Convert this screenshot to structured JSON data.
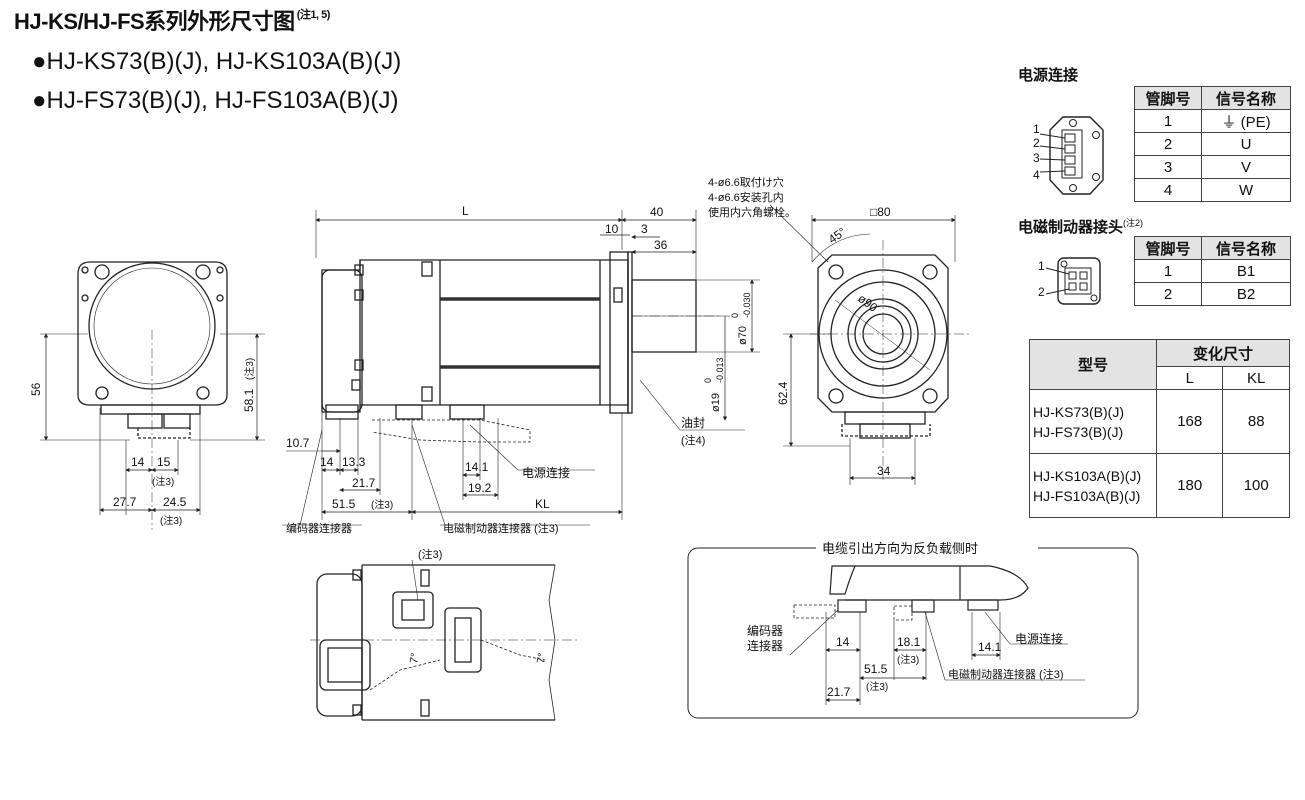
{
  "title": {
    "text": "HJ-KS/HJ-FS系列外形尺寸图",
    "note": "(注1, 5)"
  },
  "models": [
    "●HJ-KS73(B)(J), HJ-KS103A(B)(J)",
    "●HJ-FS73(B)(J), HJ-FS103A(B)(J)"
  ],
  "power_connection": {
    "title": "电源连接",
    "headers": [
      "管脚号",
      "信号名称"
    ],
    "rows": [
      [
        "1",
        "⏚ (PE)"
      ],
      [
        "2",
        "U"
      ],
      [
        "3",
        "V"
      ],
      [
        "4",
        "W"
      ]
    ],
    "pin_labels": [
      "1",
      "2",
      "3",
      "4"
    ]
  },
  "brake_connector": {
    "title": "电磁制动器接头",
    "note": "(注2)",
    "headers": [
      "管脚号",
      "信号名称"
    ],
    "rows": [
      [
        "1",
        "B1"
      ],
      [
        "2",
        "B2"
      ]
    ],
    "pin_labels": [
      "1",
      "2"
    ]
  },
  "variable_dims": {
    "model_header": "型号",
    "group_header": "变化尺寸",
    "col_L": "L",
    "col_KL": "KL",
    "rows": [
      {
        "model": "HJ-KS73(B)(J)\nHJ-FS73(B)(J)",
        "L": "168",
        "KL": "88"
      },
      {
        "model": "HJ-KS103A(B)(J)\nHJ-FS103A(B)(J)",
        "L": "180",
        "KL": "100"
      }
    ]
  },
  "front_view": {
    "dims": [
      "56",
      "58.1",
      "(注3)",
      "14",
      "15",
      "(注3)",
      "27.7",
      "24.5",
      "(注3)"
    ]
  },
  "side_view": {
    "dims": [
      "L",
      "10",
      "3",
      "40",
      "36",
      "10.7",
      "14",
      "13.3",
      "21.7",
      "51.5",
      "(注3)",
      "14.1",
      "19.2",
      "KL"
    ],
    "shaft_dims": [
      "ø70",
      "0",
      "-0.030",
      "ø19",
      "0",
      "-0.013"
    ],
    "labels": [
      "油封",
      "(注4)",
      "电源连接",
      "编码器连接器",
      "电磁制动器连接器 (注3)"
    ],
    "hole_note": [
      "4-ø6.6取付け穴",
      "4-ø6.6安装孔内",
      "使用内六角螺栓。"
    ]
  },
  "flange_view": {
    "dims": [
      "□80",
      "45°",
      "ø90",
      "62.4",
      "34"
    ]
  },
  "top_view": {
    "note": "(注3)",
    "angles": [
      "7°",
      "7°"
    ]
  },
  "reverse_box": {
    "title": "电缆引出方向为反负载侧时",
    "labels": [
      "编码器",
      "连接器",
      "电源连接",
      "电磁制动器连接器 (注3)"
    ],
    "dims": [
      "14",
      "18.1",
      "(注3)",
      "51.5",
      "(注3)",
      "21.7",
      "14.1"
    ]
  }
}
